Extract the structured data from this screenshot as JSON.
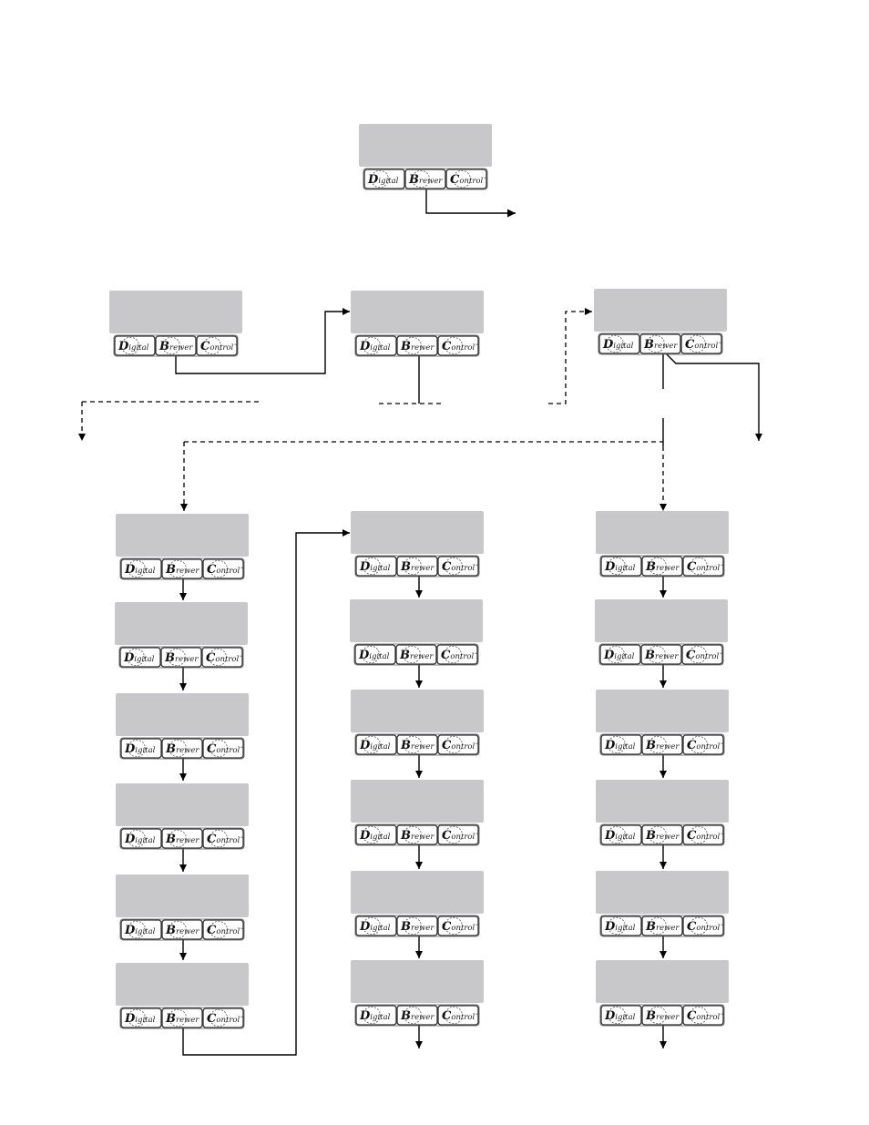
{
  "panel": {
    "keys": {
      "digital": {
        "cap": "D",
        "rest": "igital"
      },
      "brewer": {
        "cap": "B",
        "rest": "rewer"
      },
      "control": {
        "cap": "C",
        "rest": "ontrol",
        "mark": "™"
      }
    }
  },
  "colors": {
    "screen": "#c8c8ca",
    "line": "#000000",
    "key_border": "#333333",
    "dashed_circle": "#555555"
  },
  "icons": {
    "arrowhead": "arrow-head-icon",
    "dashed_circle": "dashed-circle-icon"
  }
}
